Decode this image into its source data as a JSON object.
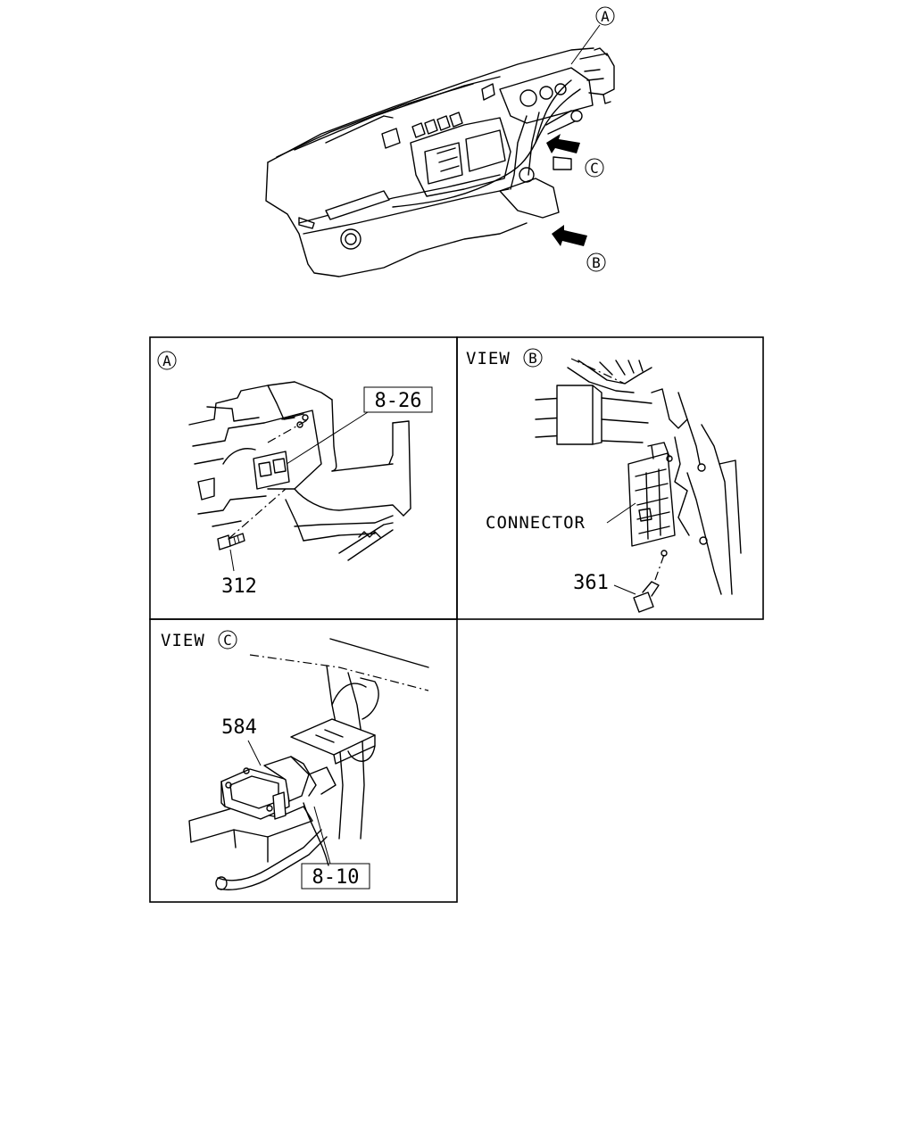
{
  "overview": {
    "callout_a": "A",
    "callout_b": "B",
    "callout_c": "C"
  },
  "panels": {
    "a": {
      "title_letter": "A",
      "ref_box": "8-26",
      "part_number": "312"
    },
    "b": {
      "title_word": "VIEW",
      "title_letter": "B",
      "connector_label": "CONNECTOR",
      "part_number": "361"
    },
    "c": {
      "title_word": "VIEW",
      "title_letter": "C",
      "part_number": "584",
      "ref_box": "8-10"
    }
  }
}
